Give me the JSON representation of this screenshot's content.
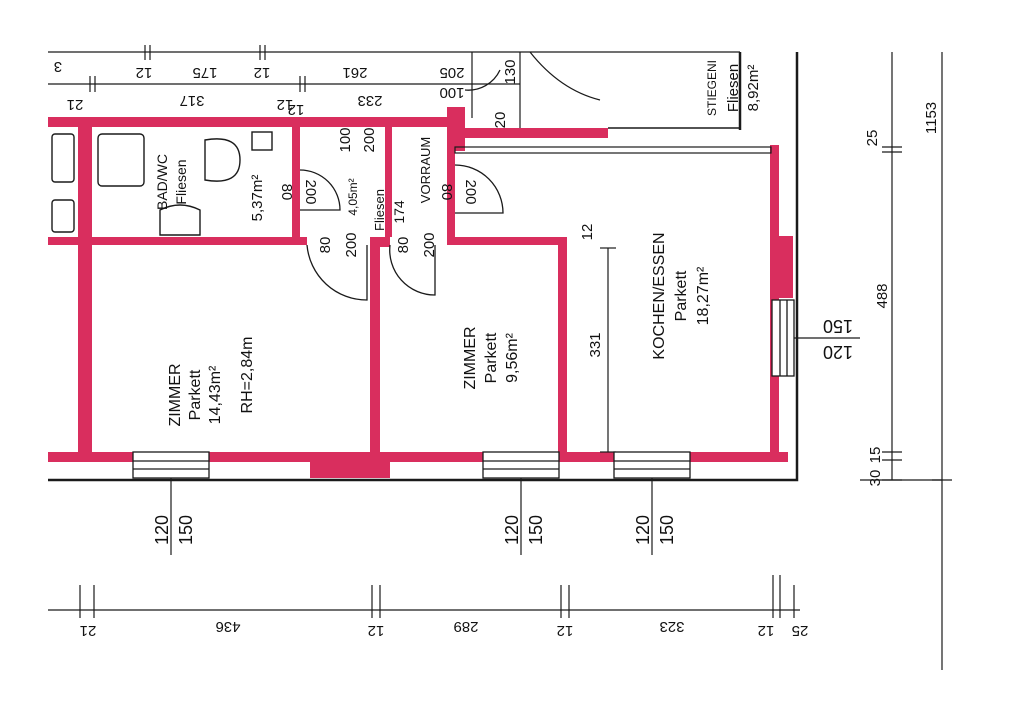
{
  "colors": {
    "wall": "#d92e5e",
    "line": "#1a1a1a",
    "paper": "#ffffff"
  },
  "rooms": {
    "bad": {
      "name": "BAD/WC",
      "floor": "Fliesen",
      "area": "5,37m²"
    },
    "flur": {
      "area": "4,05m²",
      "floor": "Fliesen",
      "width": "174"
    },
    "vorraum": {
      "name": "VORRAUM"
    },
    "zimmer1": {
      "name": "ZIMMER",
      "floor": "Parkett",
      "area": "14,43m²",
      "height": "RH=2,84m"
    },
    "zimmer2": {
      "name": "ZIMMER",
      "floor": "Parkett",
      "area": "9,56m²"
    },
    "kochen": {
      "name": "KOCHEN/ESSEN",
      "floor": "Parkett",
      "area": "18,27m²"
    },
    "stiege": {
      "name": "STIEGENI",
      "floor": "Fliesen",
      "area": "8,92m²"
    }
  },
  "top_dimensions": {
    "row1": [
      "3",
      "12",
      "175",
      "12",
      "261",
      "205",
      "130"
    ],
    "row2": [
      "21",
      "317",
      "12",
      "233",
      "100"
    ]
  },
  "door_labels": {
    "bad_door": [
      "80",
      "200"
    ],
    "flur_top": [
      "100",
      "200"
    ],
    "vorraum_door": [
      "80",
      "200"
    ],
    "zimmer1_door": [
      "80",
      "200"
    ],
    "zimmer2_door": [
      "80",
      "200"
    ],
    "small_12": "12",
    "small_20": "20"
  },
  "inner_dimensions": {
    "kitchen_depth": "331",
    "kitchen_top": "12"
  },
  "windows": {
    "zimmer1": [
      "120",
      "150"
    ],
    "zimmer2": [
      "120",
      "150"
    ],
    "kochen": [
      "120",
      "150"
    ],
    "kitchen_side": [
      "150",
      "120"
    ]
  },
  "right_dimensions": {
    "top": "25",
    "middle": "488",
    "bottom_a": "15",
    "bottom_b": "30",
    "total": "1153"
  },
  "bottom_dimensions": [
    "21",
    "436",
    "12",
    "289",
    "12",
    "323",
    "12",
    "25"
  ]
}
